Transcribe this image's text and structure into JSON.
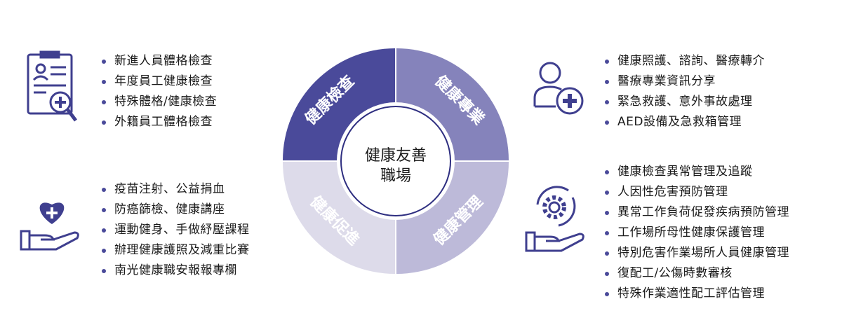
{
  "center": {
    "line1": "健康友善",
    "line2": "職場"
  },
  "quadrants": [
    {
      "label": "健康檢查",
      "color": "#4a4a9a"
    },
    {
      "label": "健康專業",
      "color": "#8583bb"
    },
    {
      "label": "健康管理",
      "color": "#bdbad9"
    },
    {
      "label": "健康促進",
      "color": "#dddbea"
    }
  ],
  "accent": "#3f3f8f",
  "sections": {
    "exam": {
      "icon": "clipboard-checkup-icon",
      "items": [
        "新進人員體格檢查",
        "年度員工健康檢查",
        "特殊體格/健康檢查",
        "外籍員工體格檢查"
      ]
    },
    "promotion": {
      "icon": "hand-heart-icon",
      "items": [
        "疫苗注射、公益捐血",
        "防癌篩檢、健康講座",
        "運動健身、手做紓壓課程",
        "辦理健康護照及減重比賽",
        "南光健康職安報報專欄"
      ]
    },
    "professional": {
      "icon": "person-medical-icon",
      "items": [
        "健康照護、諮詢、醫療轉介",
        "醫療專業資訊分享",
        "緊急救護、意外事故處理",
        "AED設備及急救箱管理"
      ]
    },
    "management": {
      "icon": "hand-gear-icon",
      "items": [
        "健康檢查異常管理及追蹤",
        "人因性危害預防管理",
        "異常工作負荷促發疾病預防管理",
        "工作場所母性健康保護管理",
        "特別危害作業場所人員健康管理",
        "復配工/公傷時數審核",
        "特殊作業適性配工評估管理"
      ]
    }
  }
}
